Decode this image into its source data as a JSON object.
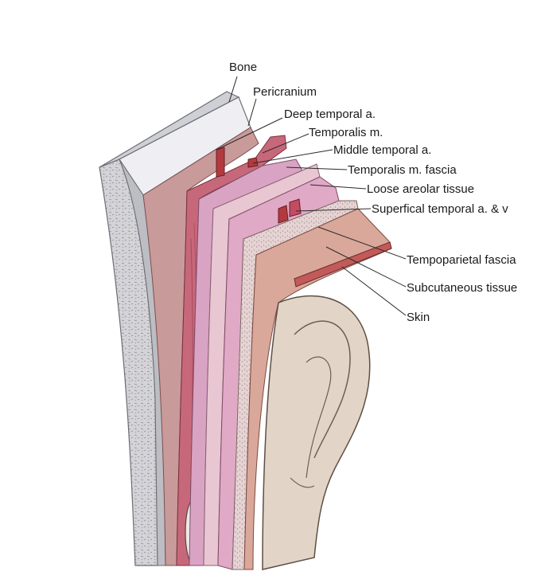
{
  "labels": {
    "bone": "Bone",
    "pericranium": "Pericranium",
    "deep_temporal_a": "Deep temporal a.",
    "temporalis_m": "Temporalis m.",
    "middle_temporal_a": "Middle temporal a.",
    "temporalis_m_fascia": "Temporalis m. fascia",
    "loose_areolar_tissue": "Loose areolar tissue",
    "superficial_temporal_a_v": "Superfical temporal a. & v",
    "temporoparietal_fascia": "Tempoparietal fascia",
    "subcutaneous_tissue": "Subcutaneous tissue",
    "skin": "Skin"
  },
  "colors": {
    "bone_cortex": "#e9e9ee",
    "bone_marrow": "#c9c9cf",
    "pericranium": "#c99a9a",
    "muscle": "#c7687a",
    "fascia": "#d9a3c4",
    "areolar": "#e8c6d2",
    "skin": "#d9a89a",
    "artery": "#b23a3f",
    "ear": "#e2d5c8"
  }
}
